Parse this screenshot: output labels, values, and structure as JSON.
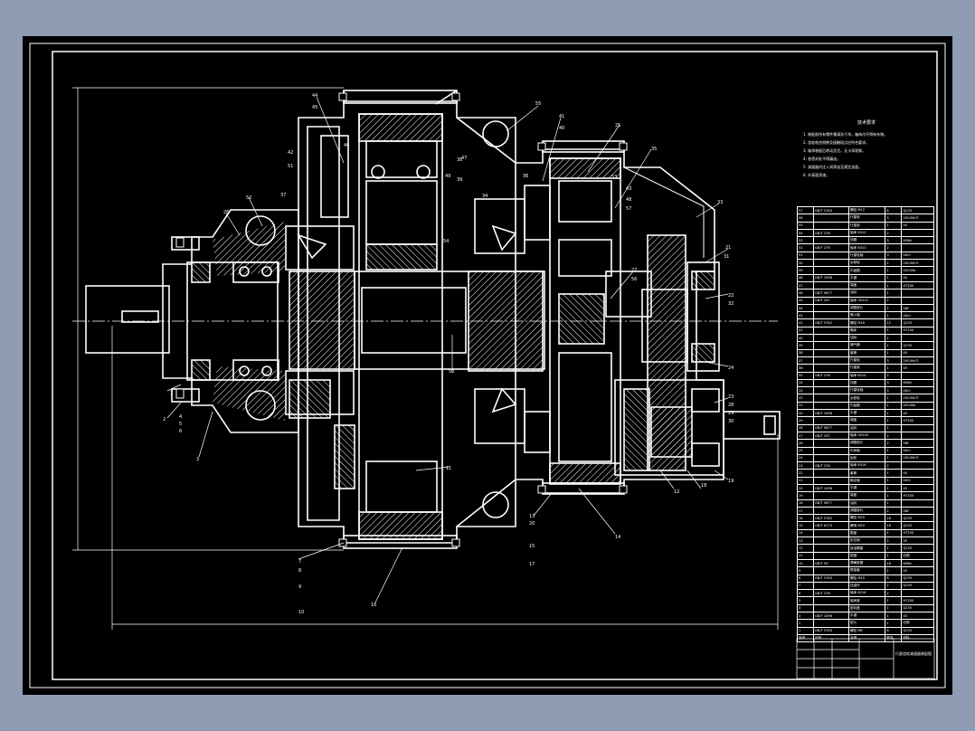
{
  "window": {
    "background": "#8e9cb4",
    "sheet_color": "#000000",
    "line_color": "#ffffff"
  },
  "notes": {
    "title": "技术要求",
    "lines": [
      "1. 装配前所有零件需清洗干净，箱体内不得有杂物。",
      "2. 齿轮啮合侧隙及接触斑点应符合要求。",
      "3. 轴承装配后转动灵活，无卡滞现象。",
      "4. 各密封处不得漏油。",
      "5. 减速器内注入润滑油至规定油面。",
      "6. 外表面涂漆。"
    ]
  },
  "callouts": [
    "1",
    "2",
    "3",
    "4",
    "5",
    "6",
    "7",
    "8",
    "9",
    "10",
    "11",
    "12",
    "13",
    "14",
    "15",
    "16",
    "17",
    "18",
    "19",
    "20",
    "21",
    "22",
    "23",
    "24",
    "25",
    "26",
    "27",
    "28",
    "29",
    "30",
    "31",
    "32",
    "33",
    "34",
    "35",
    "36",
    "37",
    "38",
    "39",
    "40",
    "41",
    "42",
    "43",
    "44",
    "45",
    "46",
    "47",
    "48",
    "49",
    "50",
    "51",
    "52",
    "53",
    "54",
    "55",
    "56",
    "57"
  ],
  "bom": {
    "header": [
      "序号",
      "代号",
      "名称",
      "数量",
      "材料"
    ],
    "rows": [
      [
        "57",
        "GB/T 5783",
        "螺栓 M12",
        "8",
        "Q235"
      ],
      [
        "56",
        "",
        "行星轮",
        "3",
        "20CrMnTi"
      ],
      [
        "55",
        "",
        "行星架",
        "1",
        "45"
      ],
      [
        "54",
        "GB/T 276",
        "轴承 6312",
        "2",
        ""
      ],
      [
        "53",
        "",
        "挡圈",
        "3",
        "65Mn"
      ],
      [
        "52",
        "GB/T 276",
        "轴承 6310",
        "2",
        ""
      ],
      [
        "51",
        "",
        "行星轮轴",
        "3",
        "40Cr"
      ],
      [
        "50",
        "",
        "太阳轮",
        "1",
        "20CrMnTi"
      ],
      [
        "49",
        "",
        "内齿圈",
        "1",
        "42CrMo"
      ],
      [
        "48",
        "GB/T 1096",
        "平键",
        "1",
        "45"
      ],
      [
        "47",
        "",
        "端盖",
        "1",
        "HT200"
      ],
      [
        "46",
        "GB/T 9877",
        "油封",
        "1",
        ""
      ],
      [
        "45",
        "GB/T 297",
        "轴承 30312",
        "2",
        ""
      ],
      [
        "44",
        "",
        "调整垫片",
        "2",
        "08F"
      ],
      [
        "43",
        "",
        "输入轴",
        "1",
        "40Cr"
      ],
      [
        "42",
        "GB/T 5782",
        "螺栓 M16",
        "12",
        "Q235"
      ],
      [
        "41",
        "",
        "箱体",
        "1",
        "HT250"
      ],
      [
        "40",
        "",
        "油标",
        "1",
        ""
      ],
      [
        "39",
        "",
        "通气器",
        "1",
        "Q235"
      ],
      [
        "38",
        "",
        "套筒",
        "1",
        "45"
      ],
      [
        "37",
        "",
        "行星轮",
        "3",
        "20CrMnTi"
      ],
      [
        "36",
        "",
        "行星架",
        "1",
        "45"
      ],
      [
        "35",
        "GB/T 276",
        "轴承 6214",
        "2",
        ""
      ],
      [
        "34",
        "",
        "挡圈",
        "3",
        "65Mn"
      ],
      [
        "33",
        "",
        "行星轮轴",
        "3",
        "40Cr"
      ],
      [
        "32",
        "",
        "太阳轮",
        "1",
        "20CrMnTi"
      ],
      [
        "31",
        "",
        "内齿圈",
        "1",
        "42CrMo"
      ],
      [
        "30",
        "GB/T 1096",
        "平键",
        "1",
        "45"
      ],
      [
        "29",
        "",
        "端盖",
        "1",
        "HT200"
      ],
      [
        "28",
        "GB/T 9877",
        "油封",
        "1",
        ""
      ],
      [
        "27",
        "GB/T 297",
        "轴承 30316",
        "2",
        ""
      ],
      [
        "26",
        "",
        "调整垫片",
        "2",
        "08F"
      ],
      [
        "25",
        "",
        "中间轴",
        "1",
        "40Cr"
      ],
      [
        "24",
        "",
        "齿轮",
        "1",
        "20CrMnTi"
      ],
      [
        "23",
        "GB/T 276",
        "轴承 6316",
        "2",
        ""
      ],
      [
        "22",
        "",
        "套筒",
        "1",
        "45"
      ],
      [
        "21",
        "",
        "输出轴",
        "1",
        "40Cr"
      ],
      [
        "20",
        "GB/T 1096",
        "平键",
        "1",
        "45"
      ],
      [
        "19",
        "",
        "端盖",
        "1",
        "HT200"
      ],
      [
        "18",
        "GB/T 9877",
        "油封",
        "1",
        ""
      ],
      [
        "17",
        "",
        "调整垫片",
        "2",
        "08F"
      ],
      [
        "16",
        "GB/T 5782",
        "螺栓 M20",
        "16",
        "Q235"
      ],
      [
        "15",
        "GB/T 6170",
        "螺母 M20",
        "16",
        "Q235"
      ],
      [
        "14",
        "",
        "箱盖",
        "1",
        "HT250"
      ],
      [
        "13",
        "",
        "定位销",
        "2",
        "35"
      ],
      [
        "12",
        "",
        "放油螺塞",
        "1",
        "Q235"
      ],
      [
        "11",
        "",
        "垫圈",
        "1",
        "石棉"
      ],
      [
        "10",
        "GB/T 93",
        "弹簧垫圈",
        "16",
        "65Mn"
      ],
      [
        "9",
        "",
        "联接套",
        "1",
        "45"
      ],
      [
        "8",
        "GB/T 5783",
        "螺栓 M10",
        "6",
        "Q235"
      ],
      [
        "7",
        "",
        "挡油环",
        "2",
        "Q235"
      ],
      [
        "6",
        "GB/T 276",
        "轴承 6218",
        "2",
        ""
      ],
      [
        "5",
        "",
        "轴承座",
        "1",
        "HT200"
      ],
      [
        "4",
        "",
        "密封盖",
        "1",
        "Q235"
      ],
      [
        "3",
        "GB/T 1096",
        "平键",
        "1",
        "45"
      ],
      [
        "2",
        "",
        "垫片",
        "1",
        "石棉"
      ],
      [
        "1",
        "GB/T 5783",
        "螺栓 M8",
        "8",
        "Q235"
      ]
    ]
  },
  "title_block": {
    "title": "行星齿轮减速器装配图",
    "sheet": "1:2"
  }
}
